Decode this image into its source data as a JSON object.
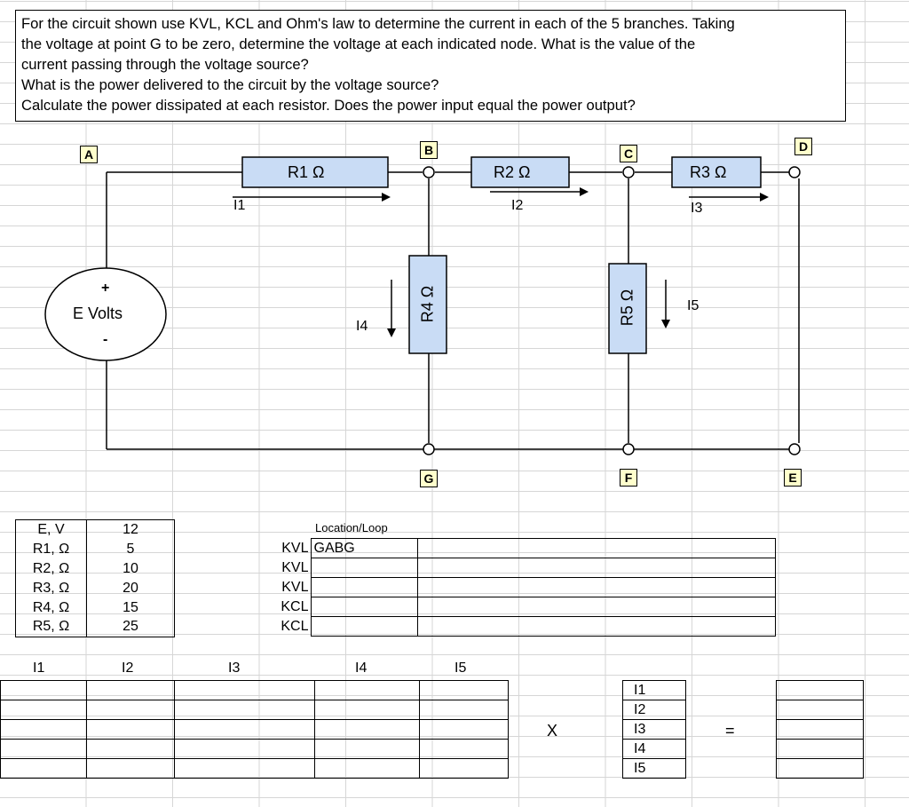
{
  "problem": {
    "lines": [
      "For the circuit shown use KVL, KCL and Ohm's law to determine the current in each of the 5 branches.  Taking",
      "the voltage at point G to be zero, determine the voltage at each indicated node.  What is the value of the",
      "current passing through the voltage source?",
      "What is the power delivered to the circuit by the voltage source?",
      "Calculate the power dissipated at each resistor.  Does the power input equal the power output?"
    ]
  },
  "nodes": {
    "A": "A",
    "B": "B",
    "C": "C",
    "D": "D",
    "E": "E",
    "F": "F",
    "G": "G"
  },
  "circuit": {
    "r1_label": "R1  Ω",
    "r2_label": "R2  Ω",
    "r3_label": "R3  Ω",
    "r4_label": "R4  Ω",
    "r5_label": "R5  Ω",
    "i1": "I1",
    "i2": "I2",
    "i3": "I3",
    "i4": "I4",
    "i5": "I5",
    "source_plus": "+",
    "source_label": "E Volts",
    "source_minus": "-"
  },
  "values_table": [
    {
      "label": "E, V",
      "value": "12"
    },
    {
      "label": "R1, Ω",
      "value": "5"
    },
    {
      "label": "R2, Ω",
      "value": "10"
    },
    {
      "label": "R3, Ω",
      "value": "20"
    },
    {
      "label": "R4, Ω",
      "value": "15"
    },
    {
      "label": "R5, Ω",
      "value": "25"
    }
  ],
  "loop_table": {
    "header": "Location/Loop",
    "rows": [
      {
        "type": "KVL",
        "location": "GABG",
        "eq": ""
      },
      {
        "type": "KVL",
        "location": "",
        "eq": ""
      },
      {
        "type": "KVL",
        "location": "",
        "eq": ""
      },
      {
        "type": "KCL",
        "location": "",
        "eq": ""
      },
      {
        "type": "KCL",
        "location": "",
        "eq": ""
      }
    ]
  },
  "matrix": {
    "headers": [
      "I1",
      "I2",
      "I3",
      "I4",
      "I5"
    ],
    "times": "X",
    "vector": [
      "I1",
      "I2",
      "I3",
      "I4",
      "I5"
    ],
    "equals": "="
  }
}
